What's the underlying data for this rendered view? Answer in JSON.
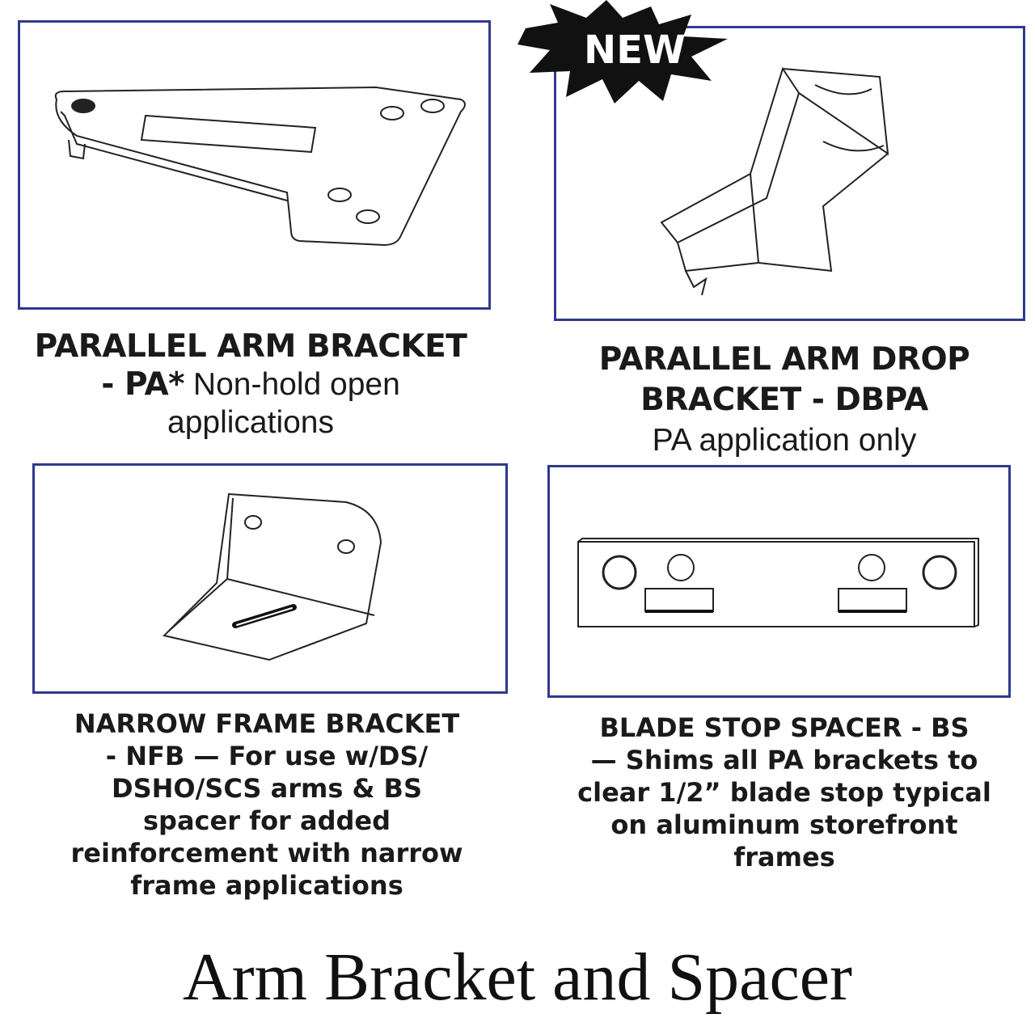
{
  "badge": {
    "label": "NEW"
  },
  "items": [
    {
      "heading": "PARALLEL ARM BRACKET",
      "line2_code": "- PA*",
      "line2_text": " Non-hold open",
      "line3": "applications"
    },
    {
      "heading_line1": "PARALLEL ARM DROP",
      "heading_line2": "BRACKET - DBPA",
      "subtext": "PA application only"
    },
    {
      "line1": "NARROW FRAME BRACKET",
      "line2": "- NFB — For use w/DS/",
      "line3": "DSHO/SCS arms & BS",
      "line4": "spacer for added",
      "line5": "reinforcement with narrow",
      "line6": "frame applications"
    },
    {
      "line1": "BLADE STOP SPACER - BS",
      "line2": "— Shims all PA brackets to",
      "line3": "clear 1/2” blade stop typical",
      "line4": "on aluminum storefront",
      "line5": "frames"
    }
  ],
  "footer": {
    "title": "Arm Bracket and Spacer"
  },
  "colors": {
    "frame": "#2f3a8c",
    "line": "#222222"
  }
}
